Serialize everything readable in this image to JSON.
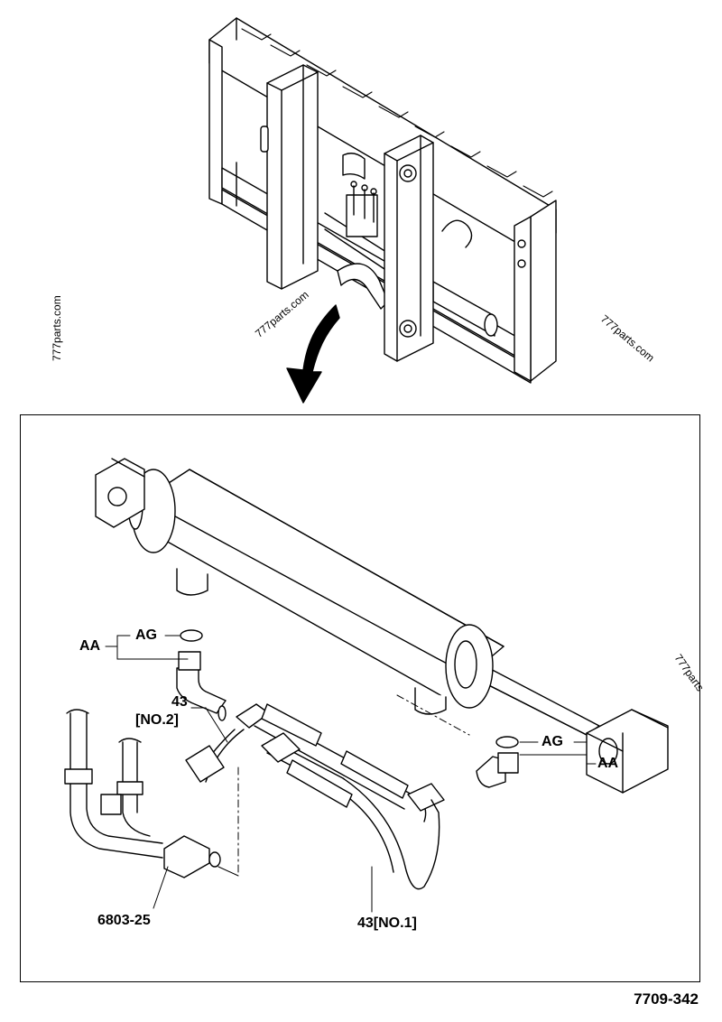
{
  "watermarks": [
    "777parts.com",
    "777parts.com",
    "777parts.com",
    "777parts"
  ],
  "callouts": {
    "aa_left": "AA",
    "ag_left": "AG",
    "hose_no2_number": "43",
    "hose_no2_tag": "[NO.2]",
    "fitting": "6803-25",
    "hose_no1": "43[NO.1]",
    "ag_right": "AG",
    "aa_right": "AA"
  },
  "drawing_number": "7709-342"
}
